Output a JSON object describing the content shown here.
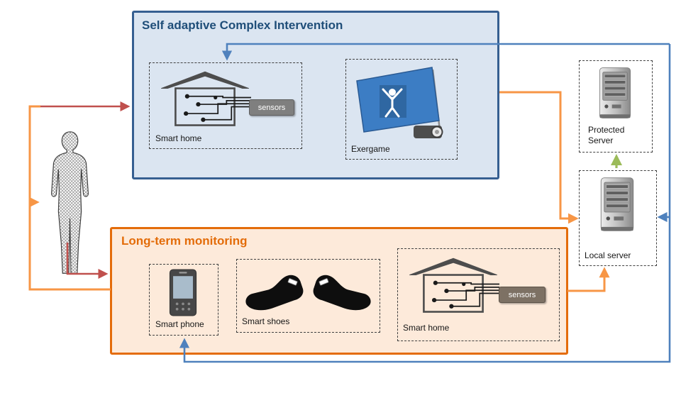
{
  "colors": {
    "intervention_fill": "#dbe5f1",
    "intervention_border": "#365f91",
    "intervention_title": "#1f4e79",
    "monitoring_fill": "#fdeada",
    "monitoring_border": "#e46c0a",
    "monitoring_title": "#e36c09",
    "arrow_orange": "#f79646",
    "arrow_red": "#c0504d",
    "arrow_blue": "#4f81bd",
    "arrow_green": "#9bbb59",
    "sensor_chip": "#7f7f7f",
    "sensor_chip_alt": "#7d7164",
    "dashed_border": "#404040"
  },
  "intervention": {
    "title": "Self adaptive Complex Intervention",
    "smart_home": {
      "label": "Smart home",
      "sensors": "sensors"
    },
    "exergame": {
      "label": "Exergame"
    }
  },
  "monitoring": {
    "title": "Long-term monitoring",
    "smart_phone": {
      "label": "Smart phone"
    },
    "smart_shoes": {
      "label": "Smart shoes"
    },
    "smart_home": {
      "label": "Smart home",
      "sensors": "sensors"
    }
  },
  "servers": {
    "protected": {
      "label": "Protected Server"
    },
    "local": {
      "label": "Local server"
    }
  }
}
